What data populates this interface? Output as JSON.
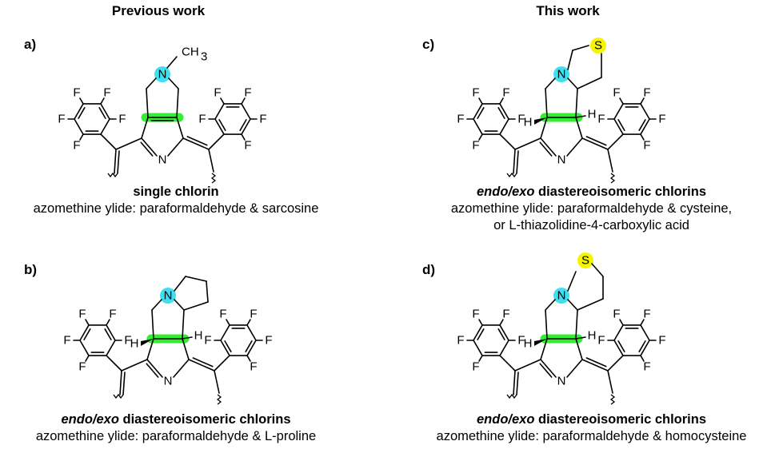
{
  "headings": {
    "left": "Previous work",
    "right": "This work"
  },
  "colors": {
    "nitrogen_highlight": "#3ee0f0",
    "sulfur_highlight": "#f5f500",
    "bond_highlight": "#33ee33"
  },
  "atoms": {
    "fluorine": "F",
    "nitrogen": "N",
    "sulfur": "S",
    "hydrogen": "H",
    "methyl": "CH",
    "methyl_sub": "3"
  },
  "panels": {
    "a": {
      "letter": "a)",
      "title": "single chlorin",
      "subtitle": "azomethine ylide: paraformaldehyde & sarcosine"
    },
    "b": {
      "letter": "b)",
      "title_italic": "endo/exo",
      "title_rest": " diastereoisomeric chlorins",
      "subtitle": "azomethine ylide: paraformaldehyde & L-proline"
    },
    "c": {
      "letter": "c)",
      "title_italic": "endo/exo",
      "title_rest": " diastereoisomeric chlorins",
      "subtitle": "azomethine ylide: paraformaldehyde & cysteine,",
      "subtitle2": "or L-thiazolidine-4-carboxylic acid"
    },
    "d": {
      "letter": "d)",
      "title_italic": "endo/exo",
      "title_rest": " diastereoisomeric chlorins",
      "subtitle": "azomethine ylide: paraformaldehyde & homocysteine"
    }
  }
}
